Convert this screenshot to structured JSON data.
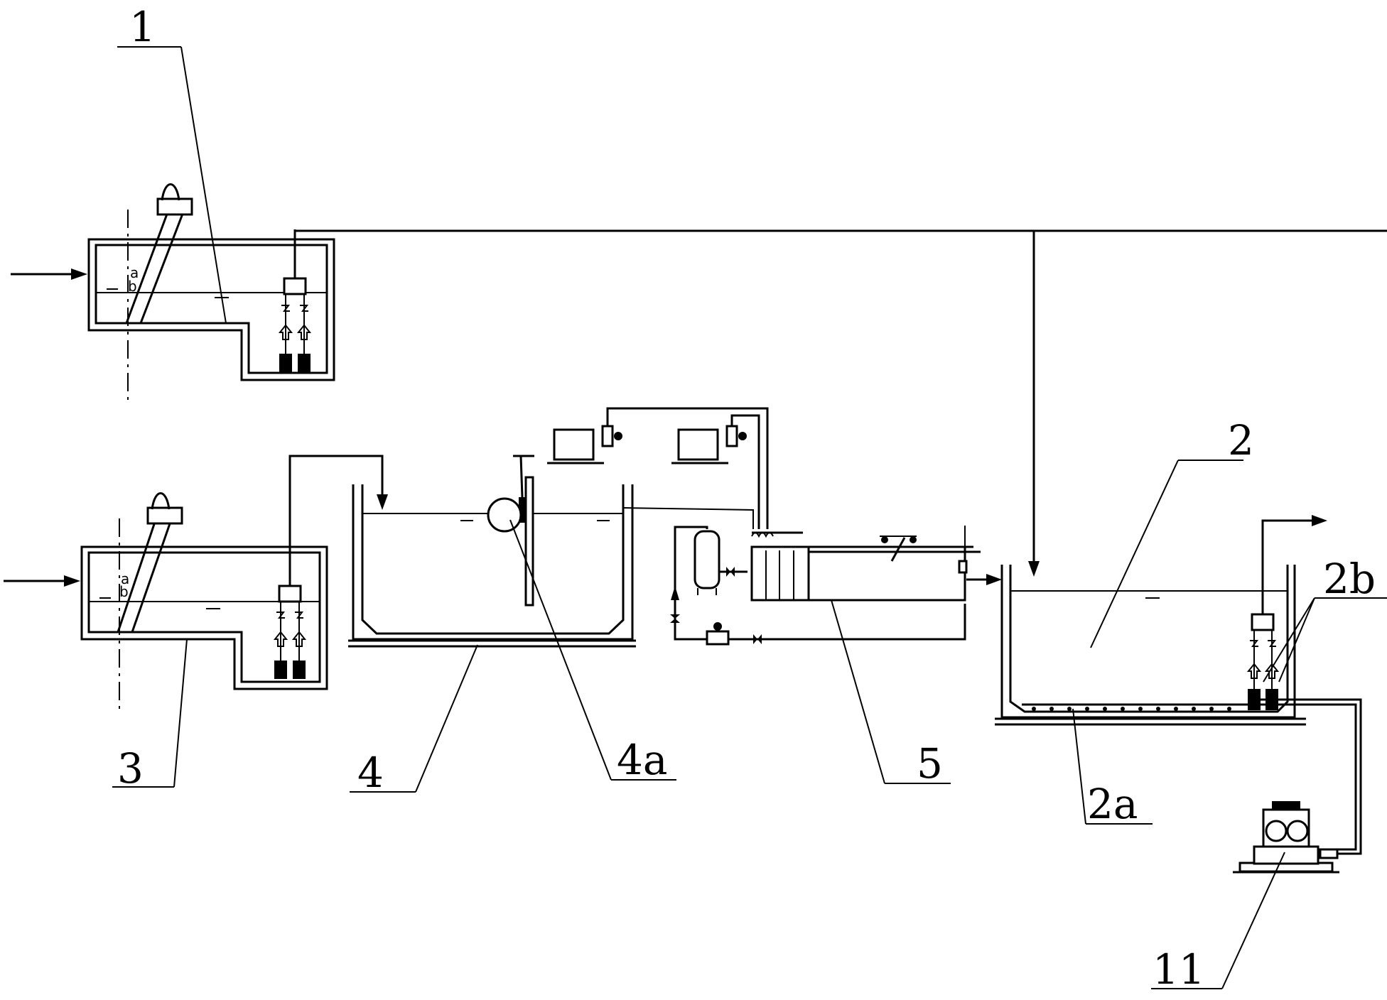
{
  "labels": {
    "l1": "1",
    "l2": "2",
    "l2a": "2a",
    "l2b": "2b",
    "l3": "3",
    "l4": "4",
    "l4a": "4a",
    "l5": "5",
    "l11": "11"
  },
  "screen_marks": {
    "a": "a",
    "b": "b"
  },
  "icons": {
    "pump": "submersible-pump-icon",
    "blower": "air-blower-icon",
    "dosing": "dosing-tank-icon",
    "valve": "valve-icon"
  },
  "colors": {
    "line": "#000000",
    "background": "#ffffff"
  }
}
